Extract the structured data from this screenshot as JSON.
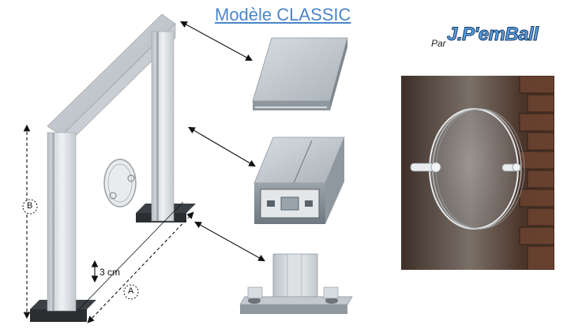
{
  "title": "Modèle CLASSIC",
  "byline": {
    "prefix": "Par",
    "brand": "J.P'emBall"
  },
  "dimensions": {
    "height_label": "B",
    "width_label": "A",
    "gap_label": "3 cm"
  },
  "icons": [
    "frame-illustration",
    "top-rail-profile",
    "post-profile",
    "base-foot",
    "disc-photo",
    "dimension-arrows"
  ],
  "colors": {
    "title": "#4a86c8",
    "brand": "#5aa0e0",
    "metal": "#c9cfd4"
  }
}
